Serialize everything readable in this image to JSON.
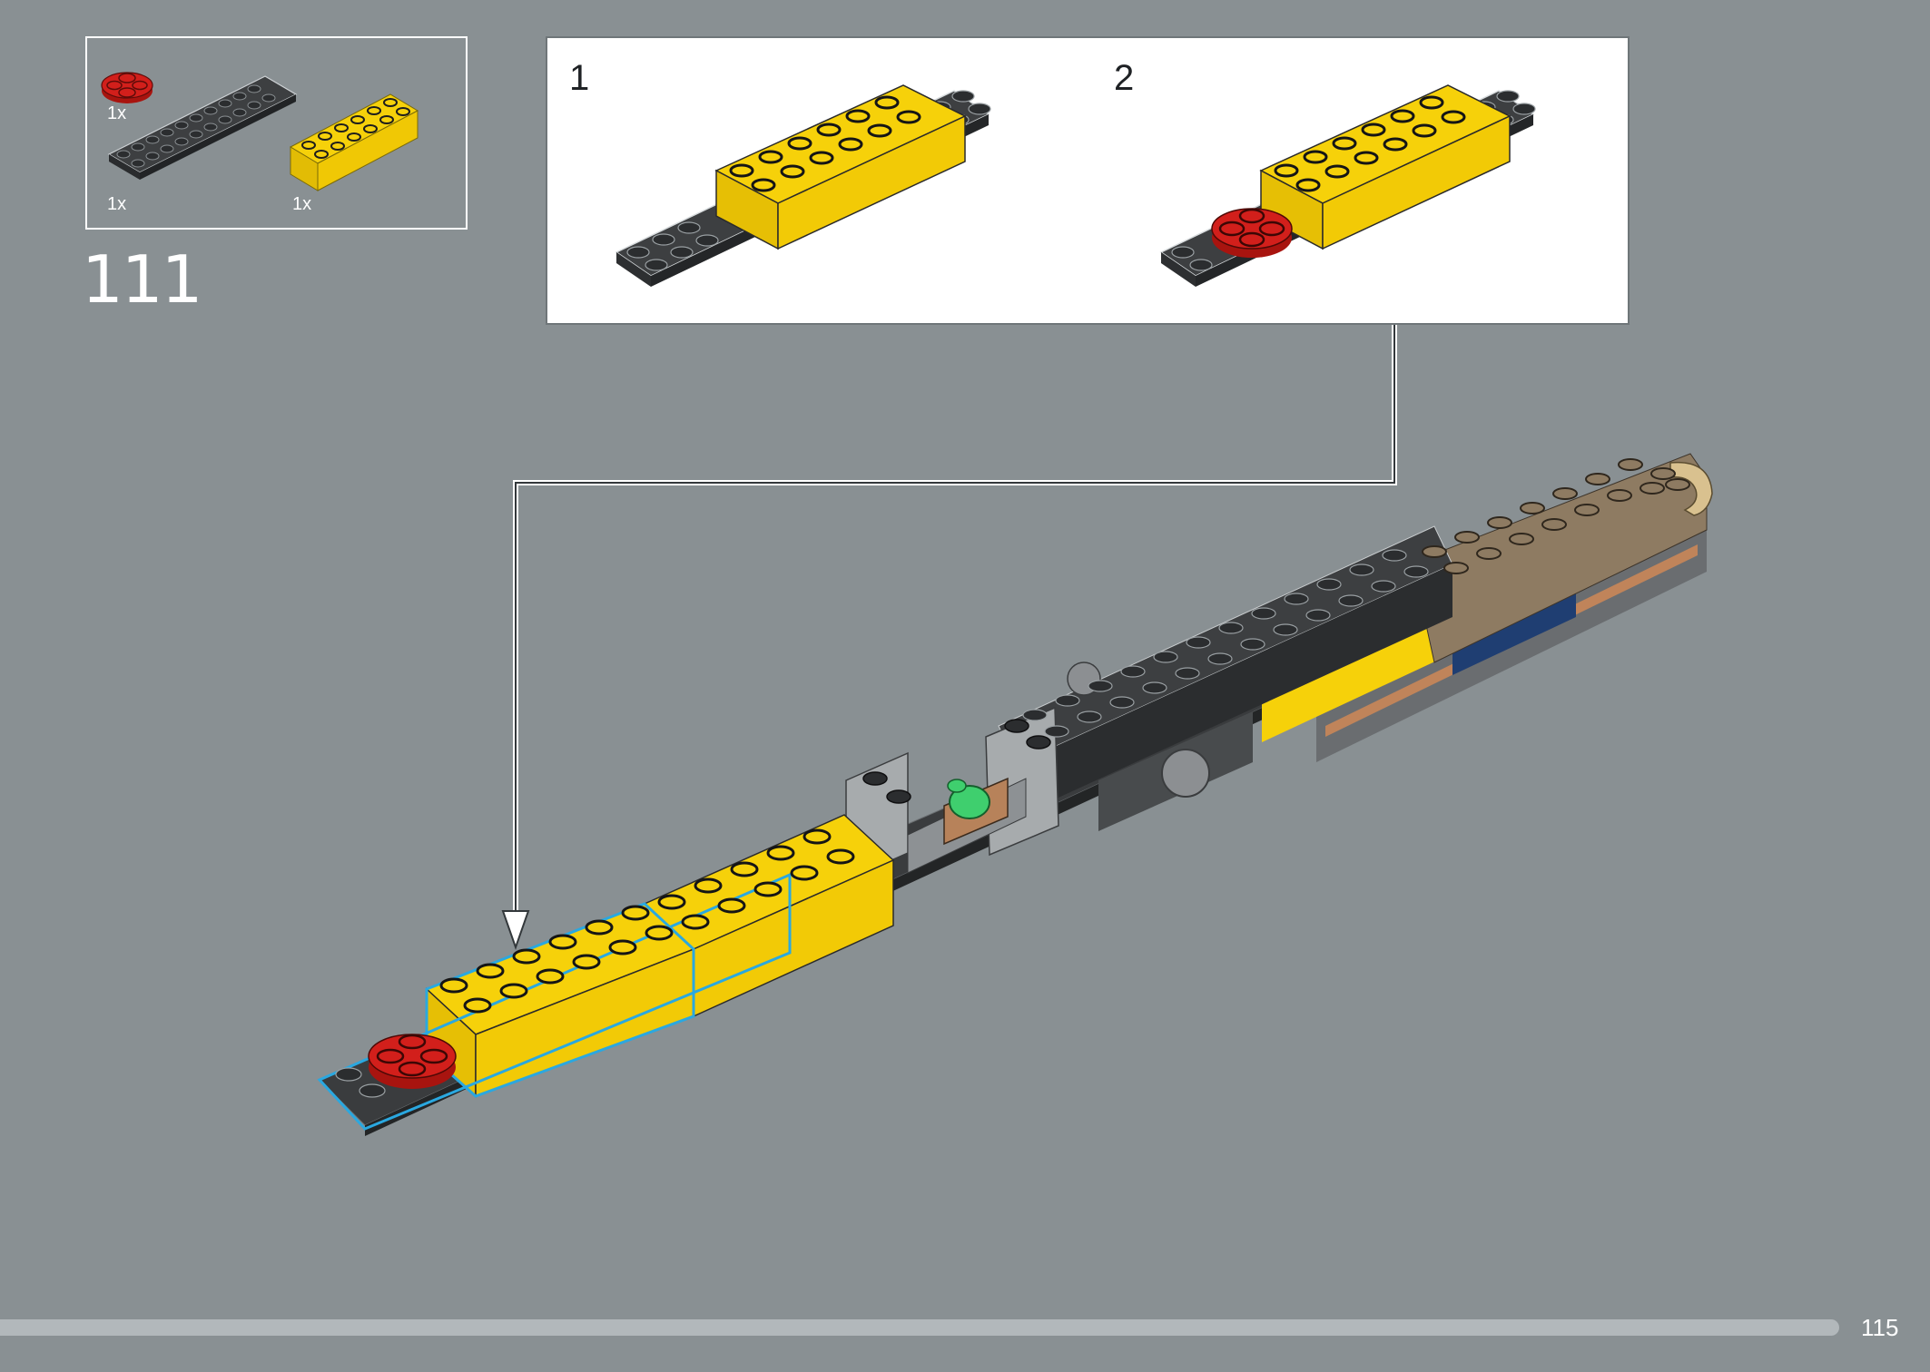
{
  "step": {
    "number": "111"
  },
  "parts_list": [
    {
      "name": "red-round-plate-2x2",
      "qty": "1x",
      "color": "#d21f1b"
    },
    {
      "name": "dark-grey-plate-2x12",
      "qty": "1x",
      "color": "#3d3f41"
    },
    {
      "name": "yellow-brick-2x6",
      "qty": "1x",
      "color": "#f6d10a"
    }
  ],
  "substeps": [
    {
      "label": "1"
    },
    {
      "label": "2"
    }
  ],
  "page": {
    "number": "115",
    "progress_percent": 95
  },
  "colors": {
    "background": "#899093",
    "yellow": "#f6d10a",
    "dark_grey": "#3d3f41",
    "red": "#d21f1b",
    "highlight": "#2aa8e0",
    "tan": "#8e7b62",
    "blue": "#1f3e72"
  }
}
